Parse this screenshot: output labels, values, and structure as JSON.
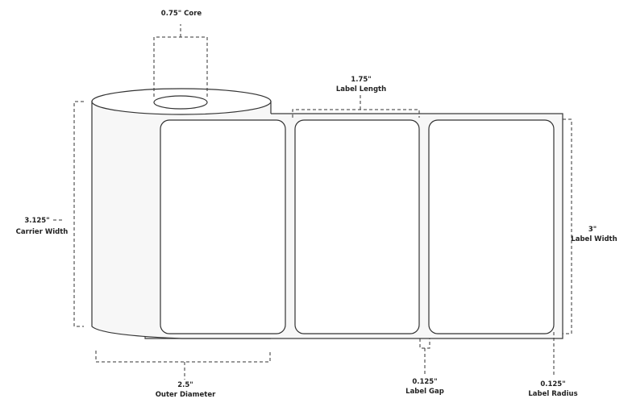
{
  "title": "Label roll dimension diagram",
  "colors": {
    "line": "#333333",
    "roll_fill": "#f7f7f7",
    "label_fill": "#ffffff"
  },
  "dimensions": {
    "core": {
      "value": "0.75\" Core"
    },
    "label_length": {
      "value": "1.75\"",
      "caption": "Label Length"
    },
    "carrier_width": {
      "value": "3.125\"",
      "caption": "Carrier Width"
    },
    "label_width": {
      "value": "3\"",
      "caption": "Label Width"
    },
    "outer_diameter": {
      "value": "2.5\"",
      "caption": "Outer Diameter"
    },
    "label_gap": {
      "value": "0.125\"",
      "caption": "Label Gap"
    },
    "label_radius": {
      "value": "0.125\"",
      "caption": "Label Radius"
    }
  },
  "label_count": 3
}
